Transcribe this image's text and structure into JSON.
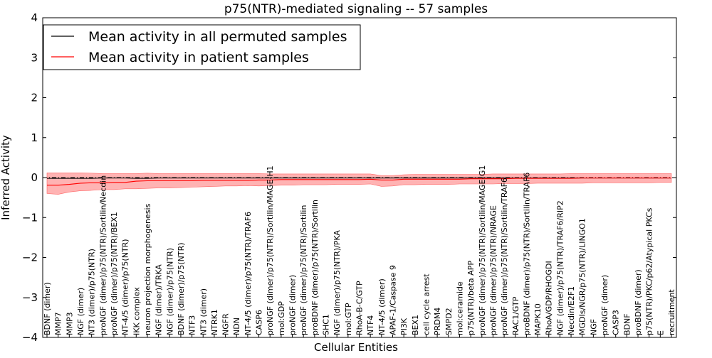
{
  "chart_data": {
    "type": "line",
    "title": "p75(NTR)-mediated signaling -- 57 samples",
    "xlabel": "Cellular Entities",
    "ylabel": "Inferred Activity",
    "ylim": [
      -4,
      4
    ],
    "yticks": [
      -4,
      -3,
      -2,
      -1,
      0,
      1,
      2,
      3,
      4
    ],
    "grid": false,
    "legend_position": "top-left",
    "reference_line": {
      "y": 0,
      "style": "dash-dot",
      "color": "#000000"
    },
    "categories": [
      "BDNF (dimer)",
      "MMP7",
      "MMP3",
      "NGF (dimer)",
      "NT3 (dimer)/p75(NTR)",
      "proNGF (dimer)/p75(NTR)/Sortilin/Necdin",
      "proNGF (dimer)/p75(NTR)/BEX1",
      "NT-4/5 (dimer)/p75(NTR)",
      "IKK complex",
      "neuron projection morphogenesis",
      "NGF (dimer)/TRKA",
      "NGF (dimer)/p75(NTR)",
      "BDNF (dimer)/p75(NTR)",
      "NTF3",
      "NT3 (dimer)",
      "NTRK1",
      "NGFR",
      "NDN",
      "NT-4/5 (dimer)/p75(NTR)/TRAF6",
      "CASP6",
      "proNGF (dimer)/p75(NTR)/Sortilin/MAGE-H1",
      "mol:GDP",
      "proNGF (dimer)",
      "proNGF (dimer)/p75(NTR)/Sortilin",
      "proBDNF (dimer)/p75(NTR)/Sortilin",
      "SHC1",
      "NGF (dimer)/p75(NTR)/PKA",
      "mol:GTP",
      "RhoA-B-C/GTP",
      "NTF4",
      "NT-4/5 (dimer)",
      "APAF-1/Caspase 9",
      "PI3K",
      "BEX1",
      "cell cycle arrest",
      "PRDM4",
      "SMPD2",
      "mol:ceramide",
      "p75(NTR)/beta APP",
      "proNGF (dimer)/p75(NTR)/Sortilin/MAGE-G1",
      "proNGF (dimer)/p75(NTR)/NRAGE",
      "proNGF (dimer)/p75(NTR)/Sortilin/TRAF6",
      "RAC1/GTP",
      "proBDNF (dimer)/p75(NTR)/Sortilin/TRAF6",
      "MAPK10",
      "RhoA/GDP/RHOGDI",
      "NGF (dimer)/p75(NTR)/TRAF6/RIP2",
      "Necdin/E2F1",
      "MGDIs/NGR/p75(NTR)/LINGO1",
      "NGF",
      "proNGF (dimer)",
      "CASP3",
      "BDNF",
      "proBDNF (dimer)",
      "p75(NTR)/PKC/p62/Atypical PKCs",
      "E",
      "recruitment"
    ],
    "series": [
      {
        "name": "Mean activity in all permuted samples",
        "color": "#000000",
        "values": [
          -0.02,
          -0.02,
          -0.02,
          -0.02,
          -0.02,
          -0.01,
          -0.01,
          -0.01,
          -0.02,
          -0.02,
          -0.01,
          -0.01,
          -0.01,
          -0.01,
          -0.01,
          -0.01,
          -0.01,
          -0.01,
          -0.01,
          -0.01,
          -0.01,
          -0.01,
          -0.01,
          -0.01,
          -0.01,
          -0.01,
          -0.01,
          -0.01,
          -0.01,
          -0.01,
          -0.01,
          -0.01,
          -0.01,
          -0.01,
          -0.01,
          -0.01,
          -0.01,
          -0.01,
          -0.01,
          -0.01,
          -0.01,
          -0.01,
          -0.01,
          -0.01,
          -0.01,
          -0.01,
          -0.01,
          -0.01,
          -0.01,
          -0.01,
          -0.01,
          -0.01,
          -0.01,
          -0.01,
          -0.01,
          -0.01,
          -0.01
        ]
      },
      {
        "name": "Mean activity in patient samples",
        "color": "#ff0000",
        "band_color": "#ff9999",
        "values": [
          -0.19,
          -0.19,
          -0.17,
          -0.14,
          -0.13,
          -0.13,
          -0.12,
          -0.12,
          -0.09,
          -0.08,
          -0.08,
          -0.08,
          -0.08,
          -0.08,
          -0.07,
          -0.07,
          -0.07,
          -0.07,
          -0.07,
          -0.06,
          -0.06,
          -0.05,
          -0.05,
          -0.05,
          -0.05,
          -0.05,
          -0.05,
          -0.05,
          -0.05,
          -0.04,
          -0.06,
          -0.06,
          -0.04,
          -0.04,
          -0.04,
          -0.04,
          -0.04,
          -0.04,
          -0.03,
          -0.03,
          -0.03,
          -0.03,
          -0.02,
          -0.02,
          -0.02,
          -0.02,
          -0.02,
          -0.02,
          -0.01,
          -0.01,
          -0.01,
          -0.01,
          -0.01,
          -0.01,
          -0.01,
          -0.01,
          -0.01
        ],
        "upper": [
          0.12,
          0.12,
          0.12,
          0.12,
          0.11,
          0.1,
          0.1,
          0.1,
          0.1,
          0.11,
          0.1,
          0.1,
          0.1,
          0.1,
          0.1,
          0.1,
          0.1,
          0.1,
          0.1,
          0.1,
          0.09,
          0.09,
          0.09,
          0.09,
          0.09,
          0.09,
          0.09,
          0.09,
          0.09,
          0.09,
          0.05,
          0.05,
          0.07,
          0.08,
          0.08,
          0.08,
          0.08,
          0.08,
          0.08,
          0.08,
          0.09,
          0.09,
          0.09,
          0.09,
          0.09,
          0.09,
          0.09,
          0.1,
          0.1,
          0.1,
          0.1,
          0.1,
          0.1,
          0.1,
          0.1,
          0.1,
          0.1
        ],
        "lower": [
          -0.4,
          -0.42,
          -0.36,
          -0.33,
          -0.32,
          -0.3,
          -0.3,
          -0.28,
          -0.28,
          -0.27,
          -0.26,
          -0.26,
          -0.25,
          -0.24,
          -0.23,
          -0.22,
          -0.21,
          -0.21,
          -0.2,
          -0.21,
          -0.2,
          -0.19,
          -0.19,
          -0.18,
          -0.18,
          -0.18,
          -0.17,
          -0.17,
          -0.17,
          -0.16,
          -0.22,
          -0.21,
          -0.18,
          -0.18,
          -0.17,
          -0.17,
          -0.17,
          -0.16,
          -0.16,
          -0.16,
          -0.16,
          -0.15,
          -0.15,
          -0.15,
          -0.14,
          -0.14,
          -0.14,
          -0.14,
          -0.14,
          -0.13,
          -0.13,
          -0.13,
          -0.13,
          -0.13,
          -0.13,
          -0.12,
          -0.12
        ]
      }
    ]
  }
}
